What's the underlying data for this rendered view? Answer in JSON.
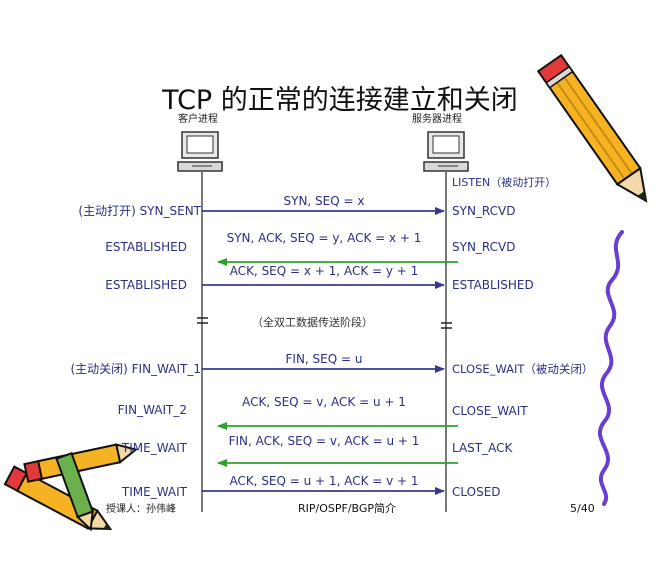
{
  "title": "TCP 的正常的连接建立和关闭",
  "client_label": "客户进程",
  "server_label": "服务器进程",
  "server_initial_state": "LISTEN（被动打开）",
  "data_phase_label": "（全双工数据传送阶段）",
  "rows": [
    {
      "left": "(主动打开) SYN_SENT",
      "message": "SYN, SEQ = x",
      "right": "SYN_RCVD",
      "direction": "right",
      "color": "#3a3a8c"
    },
    {
      "left": "ESTABLISHED",
      "message": "SYN, ACK, SEQ = y, ACK = x + 1",
      "right": "SYN_RCVD",
      "direction": "left",
      "color": "#2ea02e"
    },
    {
      "left": "ESTABLISHED",
      "message": "ACK, SEQ = x + 1, ACK = y + 1",
      "right": "ESTABLISHED",
      "direction": "right",
      "color": "#3a3a8c"
    },
    {
      "left": "(主动关闭) FIN_WAIT_1",
      "message": "FIN, SEQ = u",
      "right": "CLOSE_WAIT（被动关闭）",
      "direction": "right",
      "color": "#3a3a8c"
    },
    {
      "left": "FIN_WAIT_2",
      "message": "ACK, SEQ = v, ACK = u + 1",
      "right": "CLOSE_WAIT",
      "direction": "left",
      "color": "#2ea02e"
    },
    {
      "left": "TIME_WAIT",
      "message": "FIN, ACK, SEQ = v, ACK = u + 1",
      "right": "LAST_ACK",
      "direction": "left",
      "color": "#2ea02e"
    },
    {
      "left": "TIME_WAIT",
      "message": "ACK, SEQ = u + 1, ACK = v + 1",
      "right": "CLOSED",
      "direction": "right",
      "color": "#3a3a8c"
    }
  ],
  "footer": {
    "author": "授课人：孙伟峰",
    "course": "RIP/OSPF/BGP简介",
    "page": "5/40"
  },
  "decorations": {
    "pencil_icon": "pencil-icon",
    "computer_icon": "computer-icon",
    "squiggle_color": "#6a3fcf"
  }
}
